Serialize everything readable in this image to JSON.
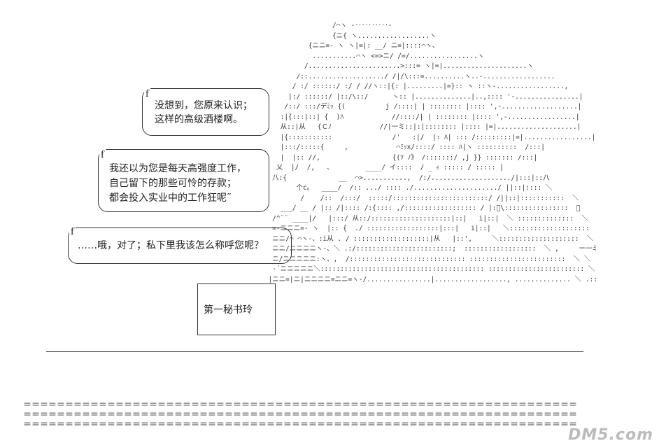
{
  "bubbles": [
    {
      "lines": [
        "没想到，您原来认识；",
        "这样的高级酒楼啊。"
      ]
    },
    {
      "lines": [
        "我还以为您是每天高强度工作，",
        "自己留下的那些可怜的存款；",
        "都会投入实业中的工作狂呢˜"
      ]
    },
    {
      "lines": [
        "……哦，对了；私下里我该怎么称呼您呢？"
      ]
    }
  ],
  "speaker_label": "第一秘书玲",
  "bubble_corner_mark": "f",
  "divider_rows": [
    "＝＝＝＝＝＝＝＝＝＝＝＝＝＝＝＝＝＝＝＝＝＝＝＝＝＝＝＝＝＝＝＝＝＝＝＝＝＝＝＝＝＝＝＝＝＝＝＝＝＝＝＝＝＝＝＝＝＝＝＝＝＝＝＝＝＝",
    "＝＝＝＝＝＝＝＝＝＝＝＝＝＝＝＝＝＝＝＝＝＝＝＝＝＝＝＝＝＝＝＝＝＝＝＝＝＝＝＝＝＝＝＝＝＝＝＝＝＝＝＝＝＝＝＝＝＝＝＝＝＝＝＝＝＝",
    "＝＝＝＝＝＝＝＝＝＝＝＝＝＝＝＝＝＝＝＝＝＝＝＝＝＝＝＝＝＝＝＝＝＝＝＝＝＝＝＝＝＝＝＝＝＝＝＝＝＝＝＝＝＝＝＝＝＝＝＝＝＝＝＝＝＝"
  ],
  "watermark": "DM5.com",
  "ascii_art": "                  /⌒ヽ -‥‥‥‥‥-\n                  {ニ{ ヽ..................ヽ\n            {ニニ=- ヽ ヽ|=|: __/ ニ=|::::⌒ヽ、\n             ...........⌒ヽ <=>ニ/ /=/.................ヽ\n           /.......................>:::= ヽ|=|.....................ヽ\n         /::.................../ /|/\\:::=..........ヽ..-..................\n        / :/ ::::::/ :/ / //ヽ::|{: |.........|=}:: ヽ ::ヽ-.................,\n       |:/ ::::::/ |::/\\::/      ヽ:: |..............|..,:::: '-................|\n      /::/ :::/デﾐｯ {(          j /::::| | :::::::: |:::: ',-...................|\n     :|{:::|::| {  )ﾊ            //::::/| | :::::::: |:::: ',-.................|\n     从::|从   {Ｃﾉ            //|一ミ::|:|:::::::: |:::: |=|....................|\n     |{:::::::::::               /'   :|/  |: ﾊ| ::: /:::::::::|=|.................|\n     |:::/:::::{     ,            ⌒ﾐｯx/::::/ :::: ﾊ|ヽ ::::::::::  /:::|\n     |  |:: //,                  {(ｿ ﾉ》 /:::::::/ ,j }} ::::::: /:::|\n    乂  |/  /,   、        ____/ イ::::  / _ ｨ ::::: / ::::: |\n   八:{             __  ⌒>...........,  /:/..................../|:::|::八\n         个c。  ____/  /:: .../ :::: ./...................../ ||::|:::: ＼\n          /    /::  /:::/  :::::/::::::::::::::::::::::::/ /||::|:::::::::::  ＼\n     ___/ __ / |:: /|:::: /:{:::: ,/:::::::::::::::::: / |:ﾟ\\::::::::::::::::  ＼\n   /^¨¨ ____|/   |:::/ 从::/::::::::::::::::::::|::|   i|::|  ＼ ::::::::::::::  ＼\n   =-ニニニ=- ヽ  |:: {  ./ ::::::::::::::::::|:::|   i|::|   ＼::::::::::::::::::::  ＼\n   ニニ/⌒ ⌒ヽ-、:i从 . / :::::::::::::::::::|从   |::',     ＼::::::::::::::::::::  ＼\n   ニニ/ニニニニヽ-、＼ .:/::::::::::::::::::::::::;  ::::::::::::::::::  ＼ ,     ー一ミ:::::::\\\n   ニ/ニニニニニ:ヽ、,  /::::::::::::::::::::::::::::: ::::::::::::::::::::::::  ＼ ＼   ヽ::::::::}\n   -´ニニニニニ＼::::::::::::::::::::::::::::::::::::::::: :::::::::::::::::::::::: ＼ ＼  |{⌒ヽ__ノ\n  |ニニ=|ニ|ニニニニ=ニニ=ヽ-/................|.................., .............. ＼ .:: .:::/"
}
